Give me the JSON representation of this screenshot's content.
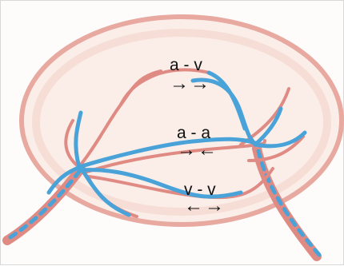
{
  "labels": {
    "av": {
      "text": "a - v",
      "arrows": "→→"
    },
    "aa": {
      "text": "a - a",
      "arrows": "→←"
    },
    "vv": {
      "text": "v - v",
      "arrows": "←→"
    }
  },
  "colors": {
    "artery": "#e08a84",
    "vein": "#4aa3d8",
    "placenta_fill": "#fbeee8",
    "placenta_edge": "#e7a9a0",
    "text": "#111111"
  },
  "icon_names": [
    "right-arrow-icon",
    "left-arrow-icon"
  ]
}
